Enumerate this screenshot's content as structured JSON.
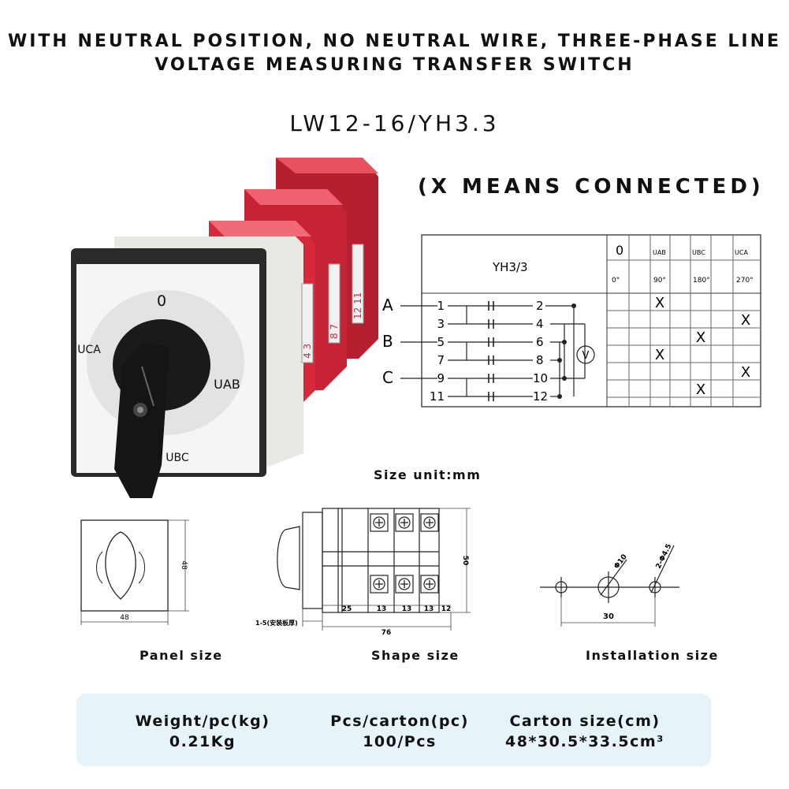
{
  "title_line1": "WITH NEUTRAL POSITION, NO NEUTRAL WIRE, THREE-PHASE LINE",
  "title_line2": "VOLTAGE MEASURING TRANSFER SWITCH",
  "model": "LW12-16/YH3.3",
  "legend_note": "(X MEANS CONNECTED)",
  "diagram": {
    "table_title": "YH3/3",
    "positions": [
      "0",
      "UAB",
      "UBC",
      "UCA"
    ],
    "angles": [
      "0°",
      "90°",
      "180°",
      "270°"
    ],
    "phases": [
      "A",
      "B",
      "C"
    ],
    "terminals": [
      [
        "1",
        "2"
      ],
      [
        "3",
        "4"
      ],
      [
        "5",
        "6"
      ],
      [
        "7",
        "8"
      ],
      [
        "9",
        "10"
      ],
      [
        "11",
        "12"
      ]
    ],
    "connections": [
      [
        "",
        "X",
        "",
        ""
      ],
      [
        "",
        "",
        "",
        "X"
      ],
      [
        "",
        "",
        "X",
        ""
      ],
      [
        "",
        "X",
        "",
        ""
      ],
      [
        "",
        "",
        "",
        "X"
      ],
      [
        "",
        "",
        "X",
        ""
      ]
    ],
    "meter_symbol": "V"
  },
  "product": {
    "dial_labels": [
      "0",
      "UAB",
      "UBC",
      "UCA"
    ],
    "module_numbers": [
      "4 3",
      "8 7",
      "12 11"
    ]
  },
  "size_unit": "Size unit:mm",
  "panel": {
    "caption": "Panel size",
    "width": "48",
    "height": "48"
  },
  "shape": {
    "caption": "Shape size",
    "height": "50",
    "dims": [
      "25",
      "13",
      "13",
      "13",
      "12"
    ],
    "total": "76",
    "panel_thickness": "1-5(安装板厚)"
  },
  "installation": {
    "caption": "Installation size",
    "center_hole": "Φ10",
    "side_holes": "2-Φ4.5",
    "spacing": "30"
  },
  "info": {
    "weight_label": "Weight/pc(kg)",
    "weight_value": "0.21Kg",
    "pcs_label": "Pcs/carton(pc)",
    "pcs_value": "100/Pcs",
    "carton_label": "Carton size(cm)",
    "carton_value": "48*30.5*33.5cm³"
  },
  "colors": {
    "housing_red": "#d8283b",
    "housing_white": "#efefe9",
    "knob_black": "#151515",
    "info_bg": "#e6f4fa"
  }
}
